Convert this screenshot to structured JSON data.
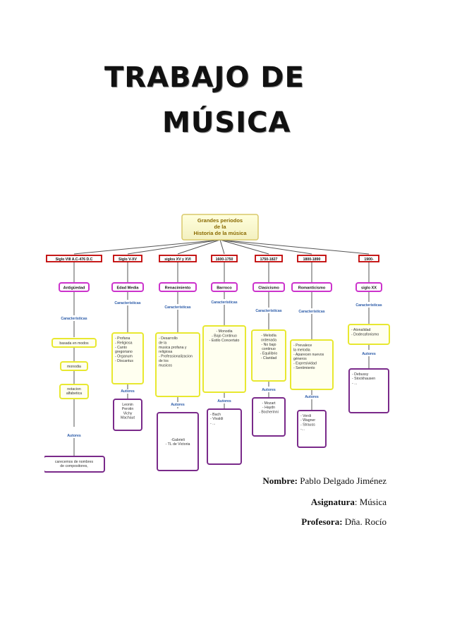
{
  "title": {
    "line1": "TRABAJO DE",
    "line2": "MÚSICA"
  },
  "map": {
    "root": [
      "Grandes periodos",
      "de la",
      "Historia de la música"
    ],
    "columns": [
      {
        "date": "Siglo VIII A.C-476 D.C",
        "period": "Antigüedad",
        "car": "Características",
        "chars": [
          "basada en modos",
          "monodia",
          "notacion alfabetica"
        ],
        "aut": "Autores",
        "authors": [
          "carecemos de nombres",
          "de compositores,"
        ]
      },
      {
        "date": "Siglo V-XV",
        "period": "Edad Media",
        "car": "Características",
        "chars": [
          "- Profana",
          "- Religiosa",
          "- Canto",
          "gregoriano",
          "- Organum",
          "- Discantus"
        ],
        "aut": "Autores",
        "authors": [
          "Leonin",
          "Perotin",
          "Vichy",
          "Machaut"
        ]
      },
      {
        "date": "siglos XV y XVI",
        "period": "Renacimiento",
        "car": "Características",
        "chars": [
          "- Desarrollo",
          "de la",
          "musica profana y",
          "religiosa",
          "- Professionalizacion",
          "de los",
          "musicos"
        ],
        "aut": "Autores",
        "authors": [
          "-Gabrieli",
          "- TL de Victoria"
        ]
      },
      {
        "date": "1600-1750",
        "period": "Barroco",
        "car": "Características",
        "chars": [
          "- Monodia",
          "- Bajo Continuo",
          "- Estilo Concertato"
        ],
        "aut": "Autores",
        "authors": [
          "- Bach",
          "- Vivaldi",
          "- ..."
        ]
      },
      {
        "date": "1750-1827",
        "period": "Clasicismo",
        "car": "Características",
        "chars": [
          "- Melodía",
          "ordenada",
          "- No bajo",
          "continuo",
          "- Equilibrio",
          "- Claridad"
        ],
        "aut": "Autores",
        "authors": [
          "- Mozart",
          "- Haydn",
          "- Bocherinni"
        ]
      },
      {
        "date": "1800-1890",
        "period": "Romanticismo",
        "car": "Características",
        "chars": [
          "- Prevalece",
          "la melodia",
          "- Aparecen nuevos",
          "géneros",
          "- Expresividad",
          "- Sentimiento"
        ],
        "aut": "Autores",
        "authors": [
          "- Verdi",
          "- Wagner",
          "- Strauss",
          "-..."
        ]
      },
      {
        "date": "1900-",
        "period": "siglo XX",
        "car": "Características",
        "chars": [
          "- Atonalidad",
          "- Dodecafonismo"
        ],
        "aut": "Autores",
        "authors": [
          "- Debussy",
          "- Stockhausen",
          "- ..."
        ]
      }
    ]
  },
  "info": {
    "nombre_label": "Nombre:",
    "nombre_value": "Pablo Delgado Jiménez",
    "asignatura_label": "Asignatura",
    "asignatura_value": ": Música",
    "profesora_label": "Profesora:",
    "profesora_value": "Dña. Rocío"
  }
}
